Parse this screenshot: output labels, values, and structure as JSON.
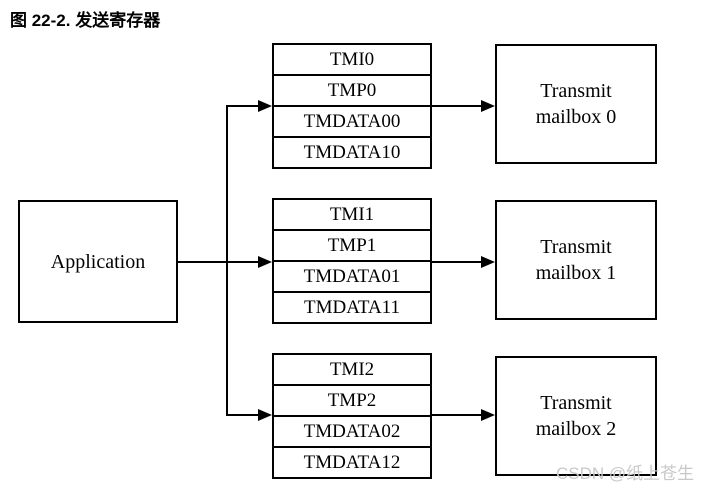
{
  "page": {
    "title": "图 22-2. 发送寄存器",
    "watermark": "CSDN @纸上苍生"
  },
  "colors": {
    "line": "#000000",
    "background": "#ffffff",
    "watermark": "#c9c9c9"
  },
  "diagram": {
    "application": {
      "label": "Application"
    },
    "groups": [
      {
        "registers": [
          "TMI0",
          "TMP0",
          "TMDATA00",
          "TMDATA10"
        ],
        "mailbox": {
          "line1": "Transmit",
          "line2": "mailbox 0"
        }
      },
      {
        "registers": [
          "TMI1",
          "TMP1",
          "TMDATA01",
          "TMDATA11"
        ],
        "mailbox": {
          "line1": "Transmit",
          "line2": "mailbox 1"
        }
      },
      {
        "registers": [
          "TMI2",
          "TMP2",
          "TMDATA02",
          "TMDATA12"
        ],
        "mailbox": {
          "line1": "Transmit",
          "line2": "mailbox 2"
        }
      }
    ]
  }
}
